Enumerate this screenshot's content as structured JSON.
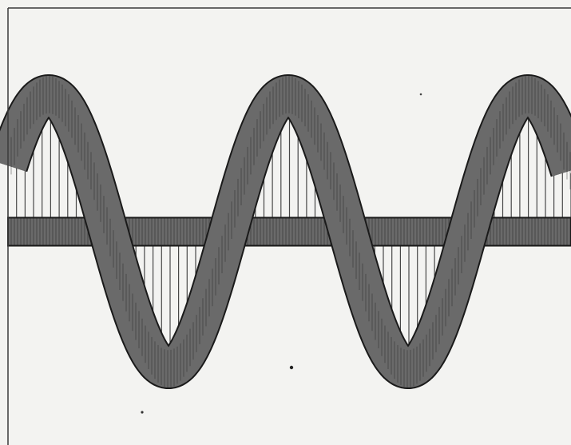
{
  "figure": {
    "kind": "sine-wave-band-diagram",
    "colors": {
      "paper": "#f3f3f1",
      "ink": "#1a1a1a",
      "band_fill": "#6a6a6a",
      "hatch": "#2b2b2b",
      "frame": "#3a3a3a"
    },
    "wave": {
      "visible_cycles": 2.35,
      "phase_at_left_edge_cycles": 0.08,
      "band_thickness_relative": 0.12
    },
    "baseline": {
      "band_thickness_relative": 0.09
    },
    "hatching": {
      "lines_per_cycle": 28
    }
  }
}
